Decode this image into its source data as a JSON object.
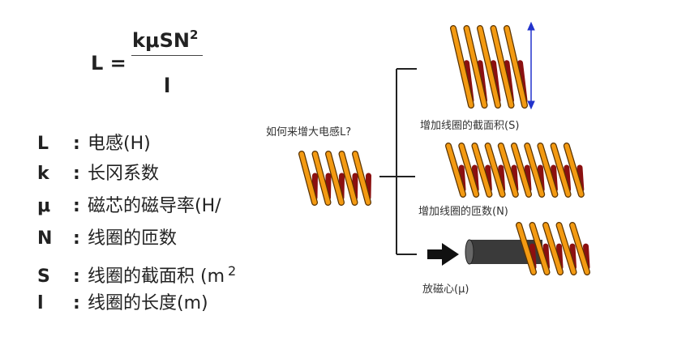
{
  "formula": {
    "lhs": "L =",
    "numerator": "kμSN",
    "numerator_exponent": "2",
    "denominator": "l"
  },
  "legend": [
    {
      "symbol": "L",
      "colon": ":",
      "text": "电感(H)"
    },
    {
      "symbol": "k",
      "colon": ":",
      "text": "长冈系数"
    },
    {
      "symbol": "μ",
      "colon": ":",
      "text": "磁芯的磁导率(H/"
    },
    {
      "symbol": "N",
      "colon": ":",
      "text": "线圈的匝数"
    },
    {
      "symbol": "S",
      "colon": ":",
      "text": "线圈的截面积 (m",
      "sup": "2"
    },
    {
      "symbol": "l",
      "colon": ":",
      "text": "线圈的长度(m)"
    }
  ],
  "diagram": {
    "question": "如何来增大电感L?",
    "branch_area": "增加线圈的截面积(S)",
    "branch_turns": "增加线圈的匝数(N)",
    "branch_core": "放磁心(μ)",
    "colors": {
      "coil": "#F39A12",
      "coil_back": "#8B1010",
      "arrow": "#2233CC",
      "core": "#3a3a3a"
    }
  }
}
